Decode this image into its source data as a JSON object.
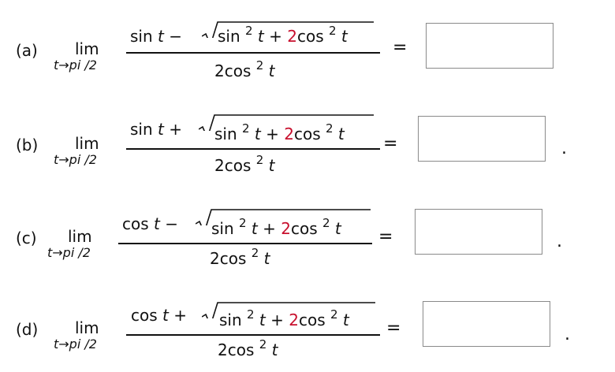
{
  "problems": [
    {
      "label": "(a)",
      "lim": "lim",
      "sub": "t→pi /2",
      "num_pre": "sin ",
      "num_t": "t",
      "num_op": " −",
      "rad_sin": "sin ",
      "sup": "2",
      "rad_t1": " t + ",
      "two": "2",
      "rad_cos": "cos ",
      "rad_t2": " t",
      "den_pre": "2cos ",
      "den_t": " t",
      "eq": "=",
      "dot": ""
    },
    {
      "label": "(b)",
      "lim": "lim",
      "sub": "t→pi /2",
      "num_pre": "sin ",
      "num_t": "t",
      "num_op": " +",
      "rad_sin": "sin ",
      "sup": "2",
      "rad_t1": " t + ",
      "two": "2",
      "rad_cos": "cos ",
      "rad_t2": " t",
      "den_pre": "2cos ",
      "den_t": " t",
      "eq": "=",
      "dot": "."
    },
    {
      "label": "(c)",
      "lim": "lim",
      "sub": "t→pi /2",
      "num_pre": "cos ",
      "num_t": "t",
      "num_op": " −",
      "rad_sin": "sin ",
      "sup": "2",
      "rad_t1": " t + ",
      "two": "2",
      "rad_cos": "cos ",
      "rad_t2": " t",
      "den_pre": "2cos ",
      "den_t": " t",
      "eq": "=",
      "dot": "."
    },
    {
      "label": "(d)",
      "lim": "lim",
      "sub": "t→pi /2",
      "num_pre": "cos ",
      "num_t": "t",
      "num_op": " +",
      "rad_sin": "sin ",
      "sup": "2",
      "rad_t1": " t + ",
      "two": "2",
      "rad_cos": "cos ",
      "rad_t2": " t",
      "den_pre": "2cos ",
      "den_t": " t",
      "eq": "=",
      "dot": "."
    }
  ]
}
